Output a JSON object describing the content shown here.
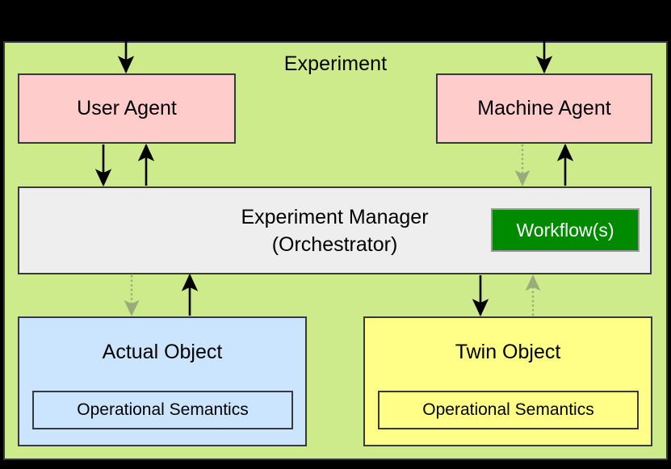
{
  "diagram": {
    "title": "Experiment",
    "background_color": "#000000",
    "frame_color": "#cdeb8b",
    "border_color": "#36393d"
  },
  "nodes": {
    "user_agent": {
      "label": "User Agent",
      "color": "#ffcccc"
    },
    "machine_agent": {
      "label": "Machine Agent",
      "color": "#ffcccc"
    },
    "experiment_manager": {
      "label_line1": "Experiment Manager",
      "label_line2": "(Orchestrator)",
      "color": "#eeeeee"
    },
    "workflow": {
      "label": "Workflow(s)",
      "color": "#008a00",
      "text_color": "#ffffff"
    },
    "actual_object": {
      "label": "Actual Object",
      "color": "#cce5ff",
      "inner_label": "Operational Semantics"
    },
    "twin_object": {
      "label": "Twin Object",
      "color": "#ffff88",
      "inner_label": "Operational Semantics"
    }
  },
  "connectors": [
    {
      "name": "external-to-user-agent",
      "style": "solid",
      "direction": "down",
      "color": "#000000"
    },
    {
      "name": "external-to-machine-agent",
      "style": "solid",
      "direction": "down",
      "color": "#000000"
    },
    {
      "name": "user-agent-to-manager",
      "style": "solid",
      "direction": "down",
      "color": "#000000"
    },
    {
      "name": "manager-to-user-agent",
      "style": "solid",
      "direction": "up",
      "color": "#000000"
    },
    {
      "name": "machine-agent-to-manager-dashed",
      "style": "dotted",
      "direction": "down",
      "color": "#9aab7a"
    },
    {
      "name": "manager-to-machine-agent",
      "style": "solid",
      "direction": "up",
      "color": "#000000"
    },
    {
      "name": "manager-to-actual-object-dashed",
      "style": "dotted",
      "direction": "down",
      "color": "#9aab7a"
    },
    {
      "name": "actual-object-to-manager",
      "style": "solid",
      "direction": "up",
      "color": "#000000"
    },
    {
      "name": "manager-to-twin-object",
      "style": "solid",
      "direction": "down",
      "color": "#000000"
    },
    {
      "name": "twin-object-to-manager-dashed",
      "style": "dotted",
      "direction": "up",
      "color": "#9aab7a"
    }
  ]
}
